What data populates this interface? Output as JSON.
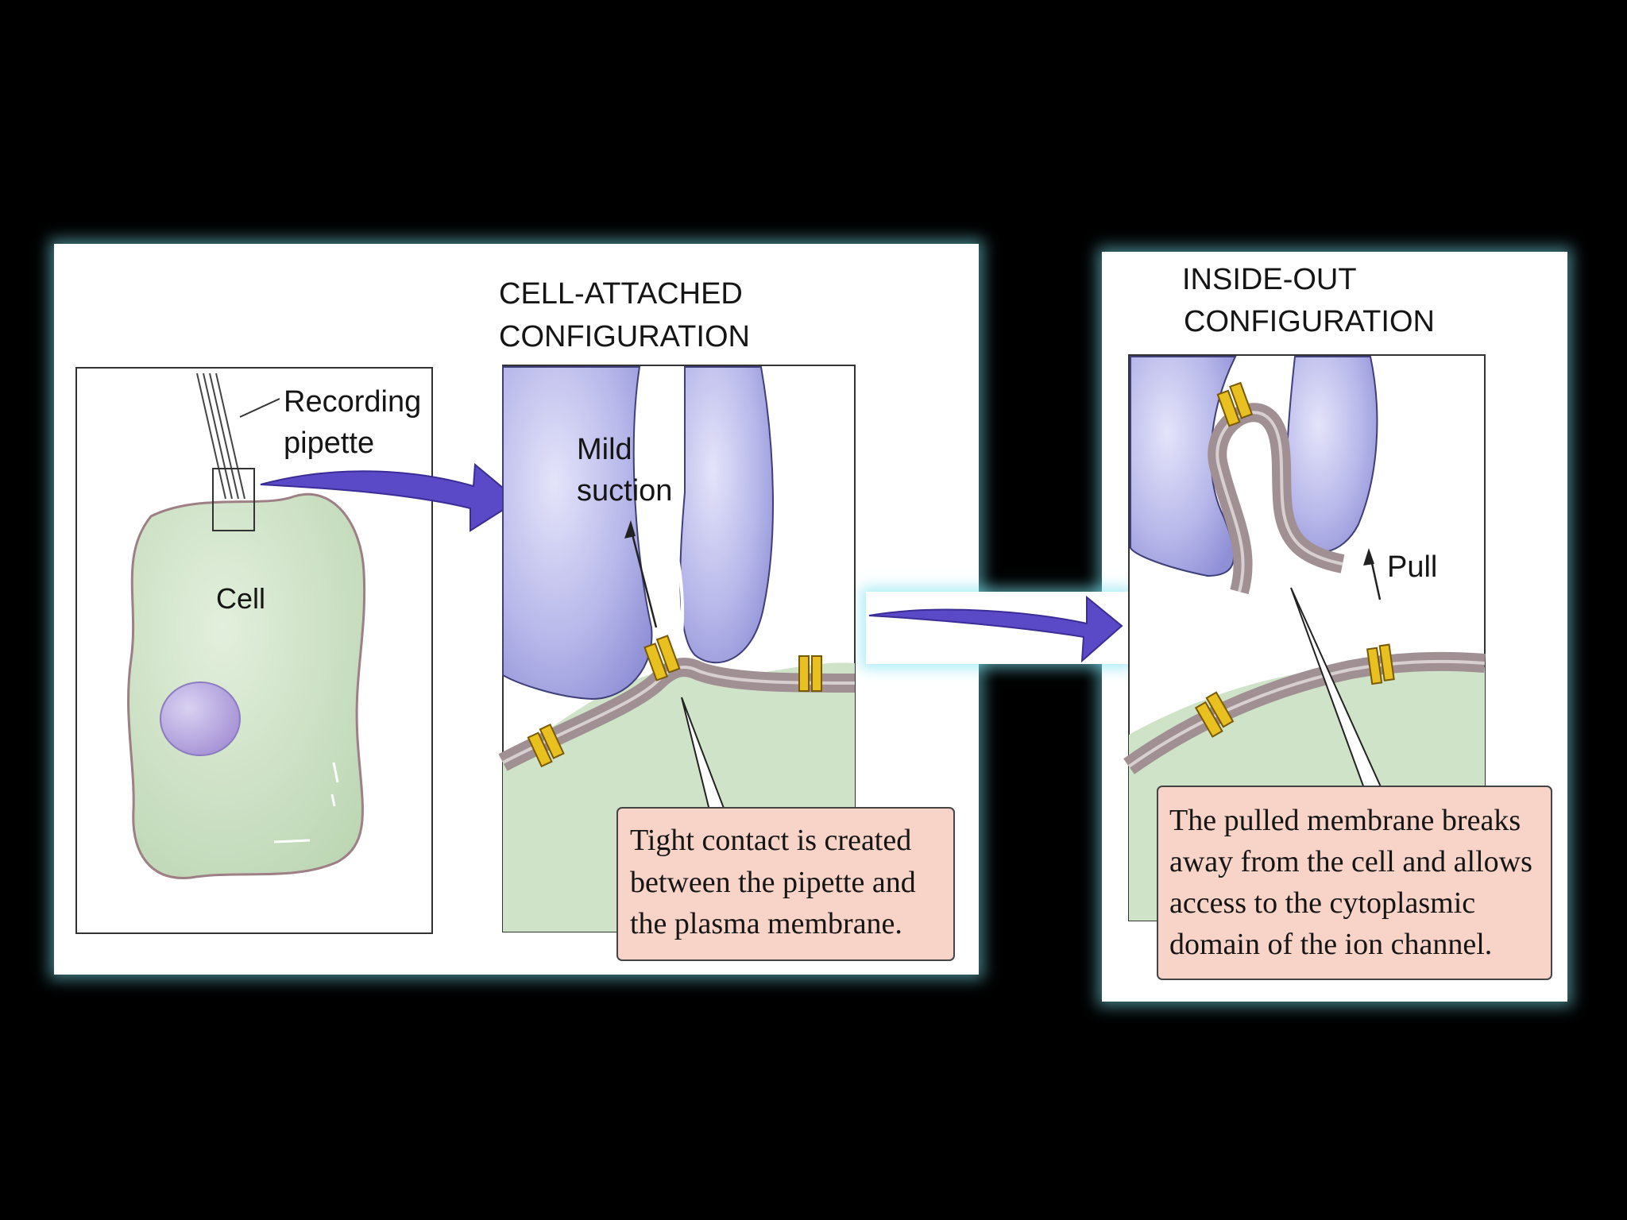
{
  "title_cell_attached": [
    "CELL-ATTACHED",
    "CONFIGURATION"
  ],
  "title_inside_out": [
    "INSIDE-OUT",
    "CONFIGURATION"
  ],
  "labels": {
    "recording_pipette": [
      "Recording",
      "pipette"
    ],
    "cell": "Cell",
    "mild_suction": [
      "Mild",
      "suction"
    ],
    "pull": "Pull"
  },
  "callouts": {
    "tight_contact": [
      "Tight contact is created",
      "between the pipette and",
      "the plasma membrane."
    ],
    "pulled_membrane": [
      "The pulled membrane  breaks",
      "away from the cell and allows",
      "access to the cytoplasmic",
      "domain of the ion channel."
    ]
  },
  "colors": {
    "background": "#000000",
    "glow": "#78e1f0",
    "cell": "#cfe3c8",
    "pipette": "#b3b3e8",
    "membrane": "#a08f93",
    "channel": "#e8c020",
    "arrow": "#5a4ac8",
    "callout": "#f7d3c8"
  }
}
